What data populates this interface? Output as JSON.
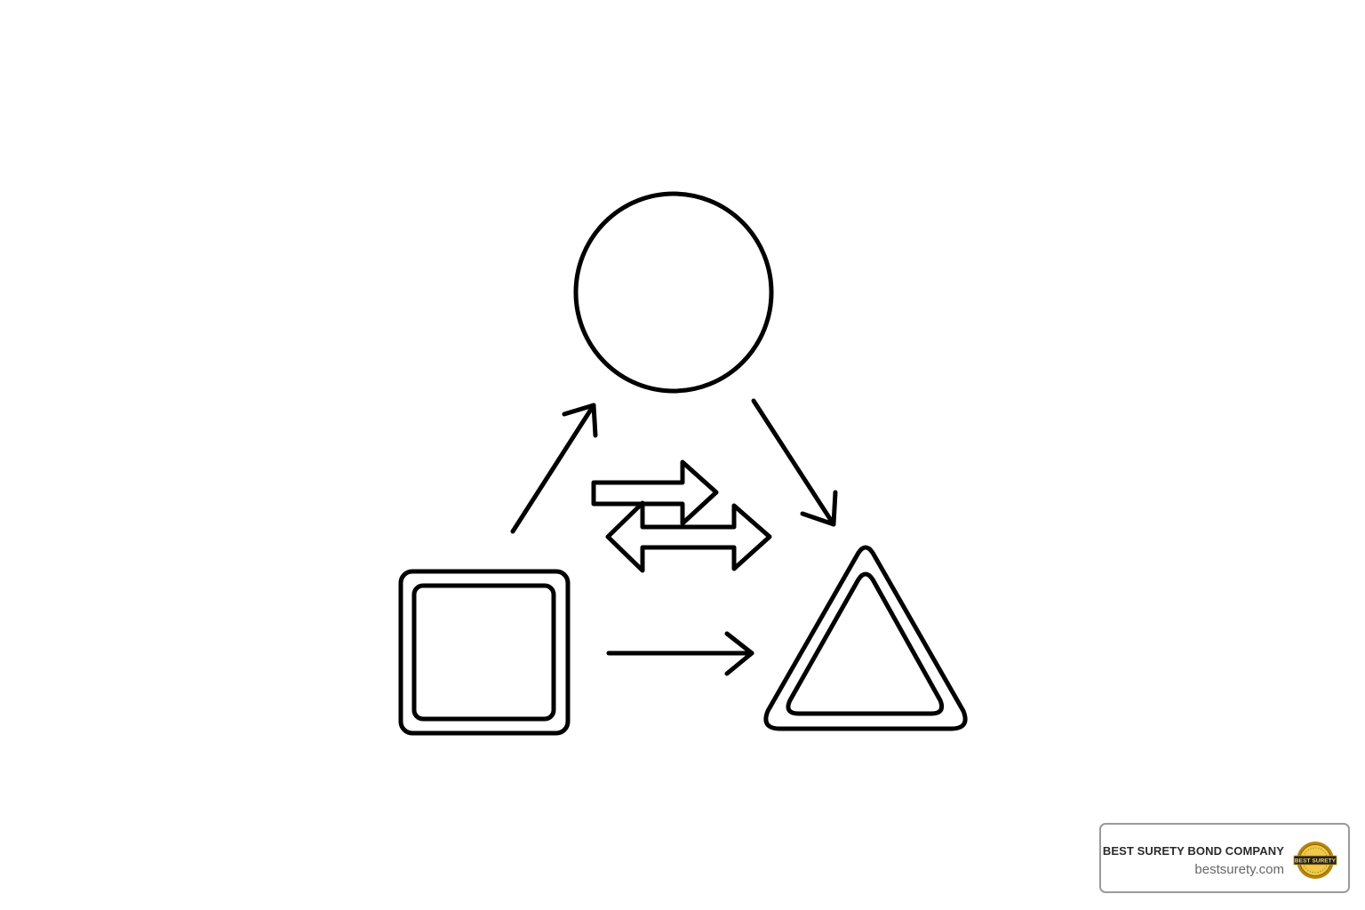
{
  "badge": {
    "company": "BEST SURETY BOND COMPANY",
    "url": "bestsurety.com",
    "seal_text": "BEST SURETY",
    "seal_color": "#d4a017"
  }
}
